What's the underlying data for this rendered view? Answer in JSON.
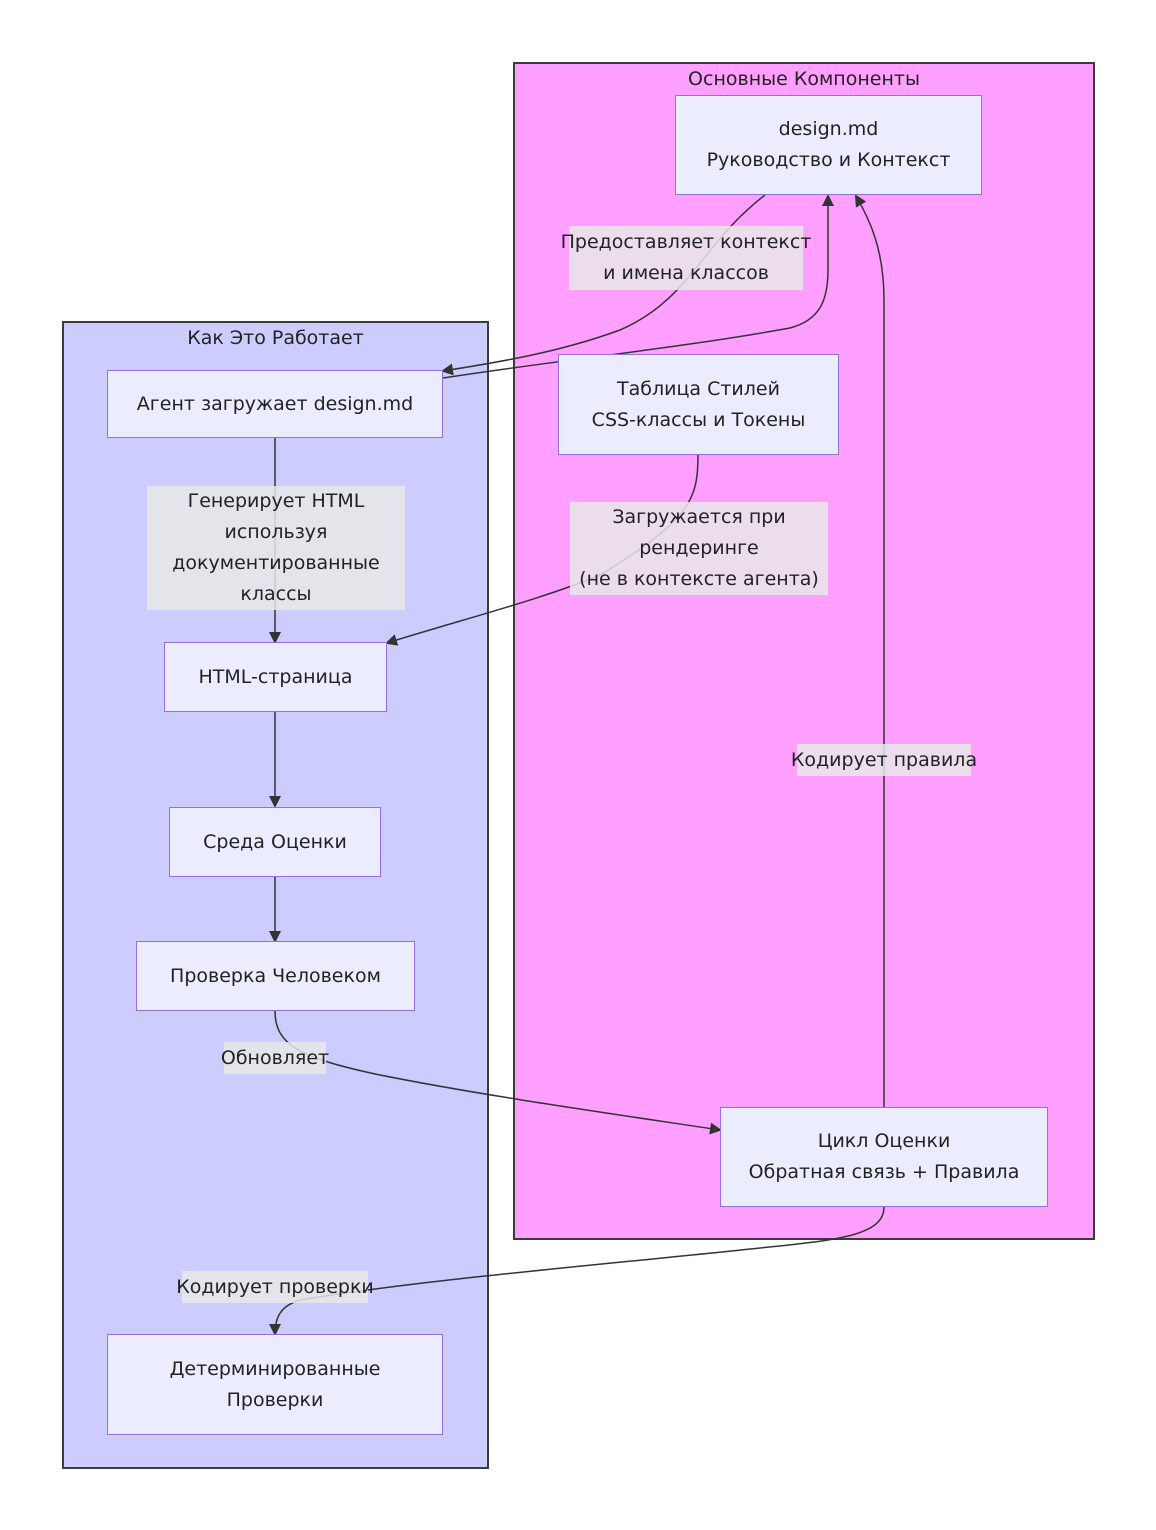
{
  "clusters": {
    "left_title": "Как Это Работает",
    "right_title": "Основные Компоненты"
  },
  "nodes": {
    "design_md": {
      "line1": "design.md",
      "line2": "Руководство и Контекст"
    },
    "stylesheet": {
      "line1": "Таблица Стилей",
      "line2": "CSS-классы и Токены"
    },
    "agent": {
      "line1": "Агент загружает design.md"
    },
    "html_page": {
      "line1": "HTML-страница"
    },
    "eval_env": {
      "line1": "Среда Оценки"
    },
    "human_check": {
      "line1": "Проверка Человеком"
    },
    "eval_loop": {
      "line1": "Цикл Оценки",
      "line2": "Обратная связь + Правила"
    },
    "det_checks": {
      "line1": "Детерминированные",
      "line2": "Проверки"
    }
  },
  "edge_labels": {
    "provides": {
      "line1": "Предоставляет контекст",
      "line2": "и имена классов"
    },
    "generates": {
      "line1": "Генерирует HTML",
      "line2": "используя",
      "line3": "документированные",
      "line4": "классы"
    },
    "loaded": {
      "line1": "Загружается при",
      "line2": "рендеринге",
      "line3": "(не в контексте агента)"
    },
    "encodes_rules": {
      "line1": "Кодирует правила"
    },
    "updates": {
      "line1": "Обновляет"
    },
    "encodes_checks": {
      "line1": "Кодирует проверки"
    }
  },
  "colors": {
    "left_cluster_fill": "#ccccff",
    "right_cluster_fill": "#ff9fff",
    "node_fill": "#ececff",
    "node_border": "#9370db",
    "edge": "#333333",
    "label_bg": "#e8e8e8"
  }
}
